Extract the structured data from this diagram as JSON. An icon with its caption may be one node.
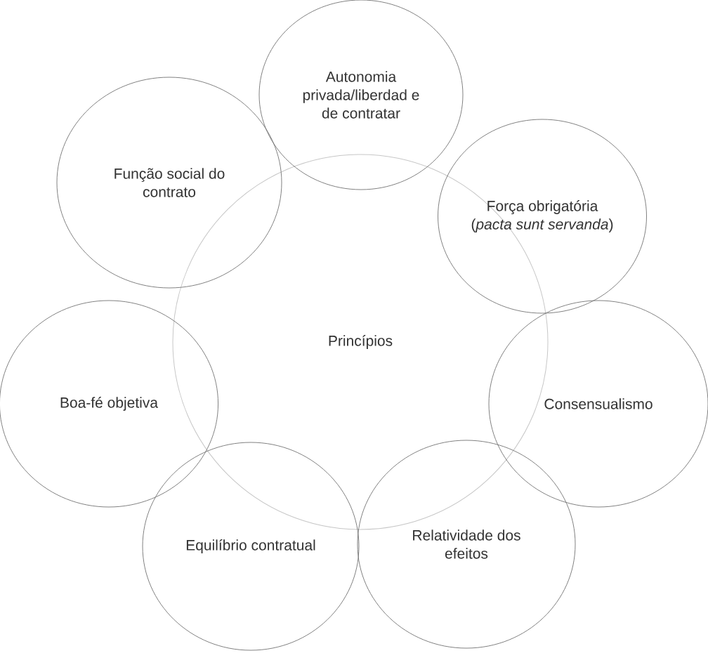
{
  "diagram": {
    "nodes": [
      {
        "text": [
          "Autonomia privada/liberdad e de contratar"
        ]
      },
      {
        "text": [
          "Função social do contrato"
        ]
      },
      {
        "text": [
          "Força obrigatória (*pacta sunt servanda*)"
        ]
      },
      {
        "text": [
          "Princípios"
        ]
      },
      {
        "text": [
          "Boa-fé objetiva"
        ]
      },
      {
        "text": [
          "Consensualismo"
        ]
      },
      {
        "text": [
          "Equilíbrio contratual"
        ]
      },
      {
        "text": [
          "Relatividade dos efeitos"
        ]
      }
    ]
  }
}
